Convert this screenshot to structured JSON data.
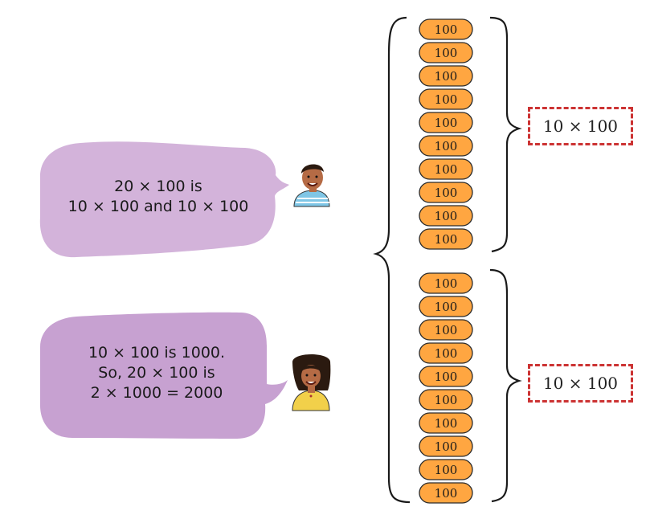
{
  "dialogue": [
    {
      "lines": [
        "20 × 100 is",
        "10 × 100 and 10 × 100"
      ]
    },
    {
      "lines": [
        "10 × 100 is 1000.",
        "So, 20 × 100 is",
        "2 × 1000 = 2000"
      ]
    }
  ],
  "stacks": [
    {
      "chip_labels": [
        "100",
        "100",
        "100",
        "100",
        "100",
        "100",
        "100",
        "100",
        "100",
        "100"
      ],
      "group_label": "10 × 100"
    },
    {
      "chip_labels": [
        "100",
        "100",
        "100",
        "100",
        "100",
        "100",
        "100",
        "100",
        "100",
        "100"
      ],
      "group_label": "10 × 100"
    }
  ],
  "colors": {
    "bubble_top": "#d3b3da",
    "bubble_bottom": "#c7a1d1",
    "chip_fill": "#ffa641",
    "chip_stroke": "#2a2a2a",
    "box_dash": "#cc3333"
  },
  "characters": [
    {
      "icon": "boy-avatar-icon"
    },
    {
      "icon": "girl-avatar-icon"
    }
  ]
}
